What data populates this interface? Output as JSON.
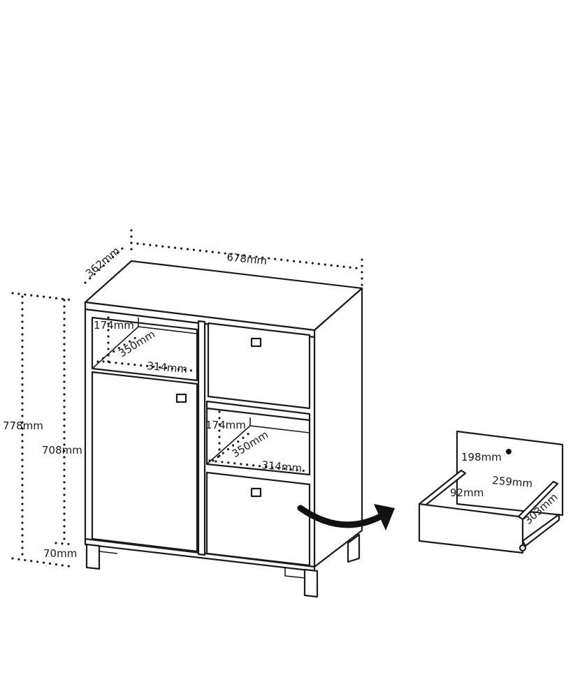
{
  "dimensions": {
    "width": "678mm",
    "depth": "362mm",
    "total_height": "778mm",
    "body_height": "708mm",
    "leg_height": "70mm",
    "upper_niche_height": "174mm",
    "upper_niche_depth": "350mm",
    "upper_niche_width": "314mm",
    "lower_niche_height": "174mm",
    "lower_niche_depth": "350mm",
    "lower_niche_width": "314mm",
    "drawer_front_height": "198mm",
    "drawer_inner_width": "259mm",
    "drawer_inner_height": "92mm",
    "drawer_inner_depth": "303mm"
  }
}
